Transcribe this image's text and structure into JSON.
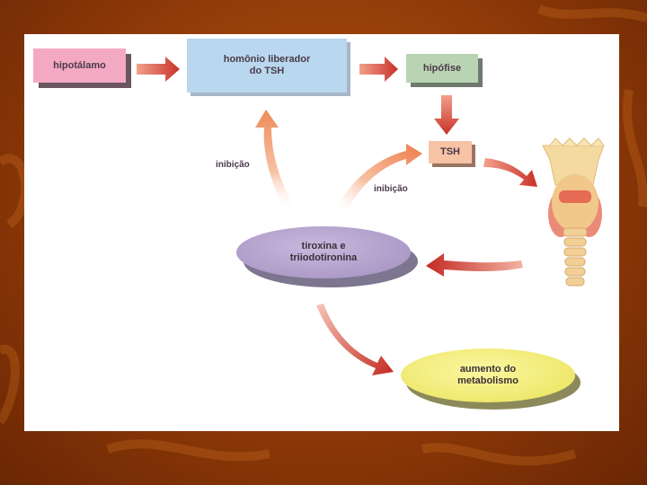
{
  "diagram": {
    "nodes": {
      "hipotalamo": "hipotálamo",
      "hormonio_line1": "homônio liberador",
      "hormonio_line2": "do TSH",
      "hipofise": "hipófise",
      "tsh": "TSH",
      "tiroxina_line1": "tiroxina e",
      "tiroxina_line2": "triiodotironina",
      "metab_line1": "aumento do",
      "metab_line2": "metabolismo"
    },
    "labels": {
      "inibicao_left": "inibição",
      "inibicao_right": "inibição"
    },
    "colors": {
      "slide_background": "#9a4109",
      "hipotalamo": "#f4a9c3",
      "hormonio": "#b9d7ef",
      "hipofise": "#b9d4b3",
      "tsh": "#f7c3a6",
      "tiroxina": "#b7a6d2",
      "metabolismo": "#f4ee7a",
      "arrow": "#c8322a"
    }
  }
}
